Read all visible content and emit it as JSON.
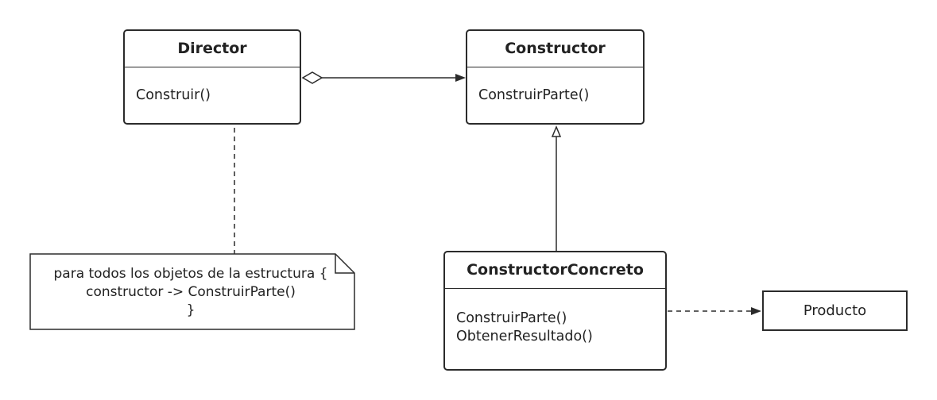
{
  "classes": {
    "director": {
      "name": "Director",
      "methods": [
        "Construir()"
      ]
    },
    "constructor": {
      "name": "Constructor",
      "methods": [
        "ConstruirParte()"
      ]
    },
    "concrete": {
      "name": "ConstructorConcreto",
      "methods": [
        "ConstruirParte()",
        "ObtenerResultado()"
      ]
    }
  },
  "product": {
    "name": "Producto"
  },
  "note": {
    "line1": "para todos los objetos de la estructura {",
    "line2": "constructor -> ConstruirParte()",
    "line3": "}"
  },
  "relations": [
    {
      "type": "aggregation",
      "from": "Director",
      "to": "Constructor"
    },
    {
      "type": "generalization",
      "from": "ConstructorConcreto",
      "to": "Constructor"
    },
    {
      "type": "dependency",
      "from": "ConstructorConcreto",
      "to": "Producto"
    },
    {
      "type": "note-link",
      "from": "Construir()",
      "to": "note"
    }
  ],
  "colors": {
    "stroke": "#2b2b2b",
    "background": "#ffffff"
  }
}
